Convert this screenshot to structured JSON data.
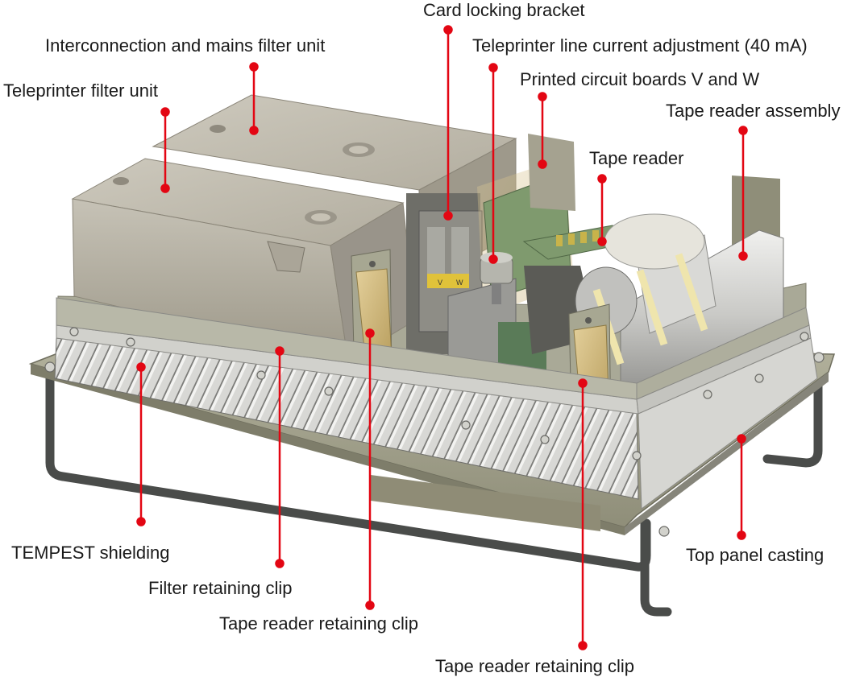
{
  "labels": {
    "card_locking_bracket": "Card locking bracket",
    "interconnection_mains_filter": "Interconnection and mains filter unit",
    "teleprinter_line_current": "Teleprinter line current adjustment (40 mA)",
    "teleprinter_filter_unit": "Teleprinter filter unit",
    "printed_circuit_boards": "Printed circuit boards V and W",
    "tape_reader_assembly": "Tape reader assembly",
    "tape_reader": "Tape reader",
    "tempest_shielding": "TEMPEST shielding",
    "top_panel_casting": "Top panel casting",
    "filter_retaining_clip": "Filter retaining clip",
    "tape_reader_retaining_clip_1": "Tape reader retaining clip",
    "tape_reader_retaining_clip_2": "Tape reader retaining clip"
  },
  "board_marks": {
    "v": "V",
    "w": "W"
  },
  "colors": {
    "callout": "#e30613",
    "casting": "#a3a28c",
    "filter_box": "#b3aea2",
    "shielding": "#c9c9c6",
    "tape_reader_body": "#cfcfcf",
    "green_board": "#7f9a6e",
    "frame_bar": "#4a4c4a"
  }
}
